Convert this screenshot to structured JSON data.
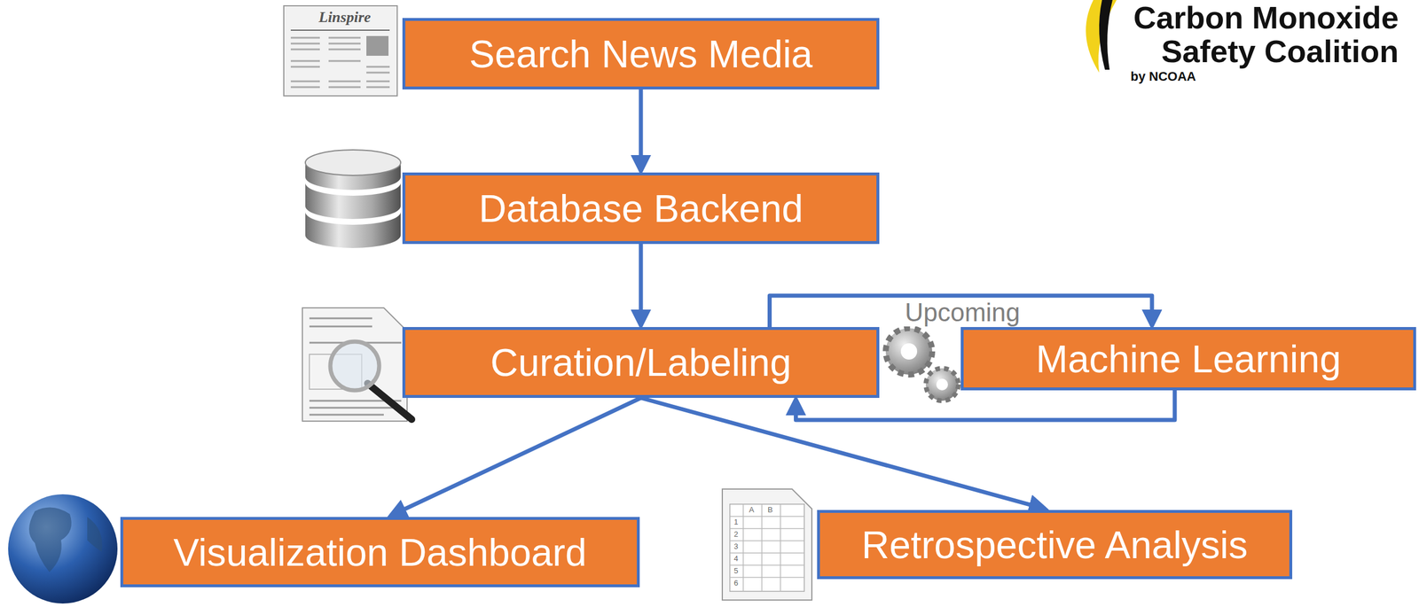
{
  "diagram": {
    "nodes": [
      {
        "text": [
          "Search News Media"
        ]
      },
      {
        "text": [
          "Database Backend"
        ]
      },
      {
        "text": [
          "Curation/Labeling"
        ]
      },
      {
        "text": [
          "Machine Learning"
        ]
      },
      {
        "text": [
          "Visualization Dashboard"
        ]
      },
      {
        "text": [
          "Retrospective Analysis"
        ]
      }
    ],
    "edges": [
      {
        "from": 0,
        "to": 1,
        "arrow": "to"
      },
      {
        "from": 1,
        "to": 2,
        "arrow": "to"
      },
      {
        "from": 2,
        "to": 3,
        "arrow": "to",
        "label": "Upcoming"
      },
      {
        "from": 3,
        "to": 2,
        "arrow": "to"
      },
      {
        "from": 2,
        "to": 4,
        "arrow": "to"
      },
      {
        "from": 2,
        "to": 5,
        "arrow": "to"
      }
    ],
    "labels": [
      "Carbon Monoxide",
      "Safety Coalition",
      "by NCOAA",
      "Linspire",
      "A",
      "B",
      "1",
      "2",
      "3",
      "4",
      "5",
      "6"
    ]
  }
}
